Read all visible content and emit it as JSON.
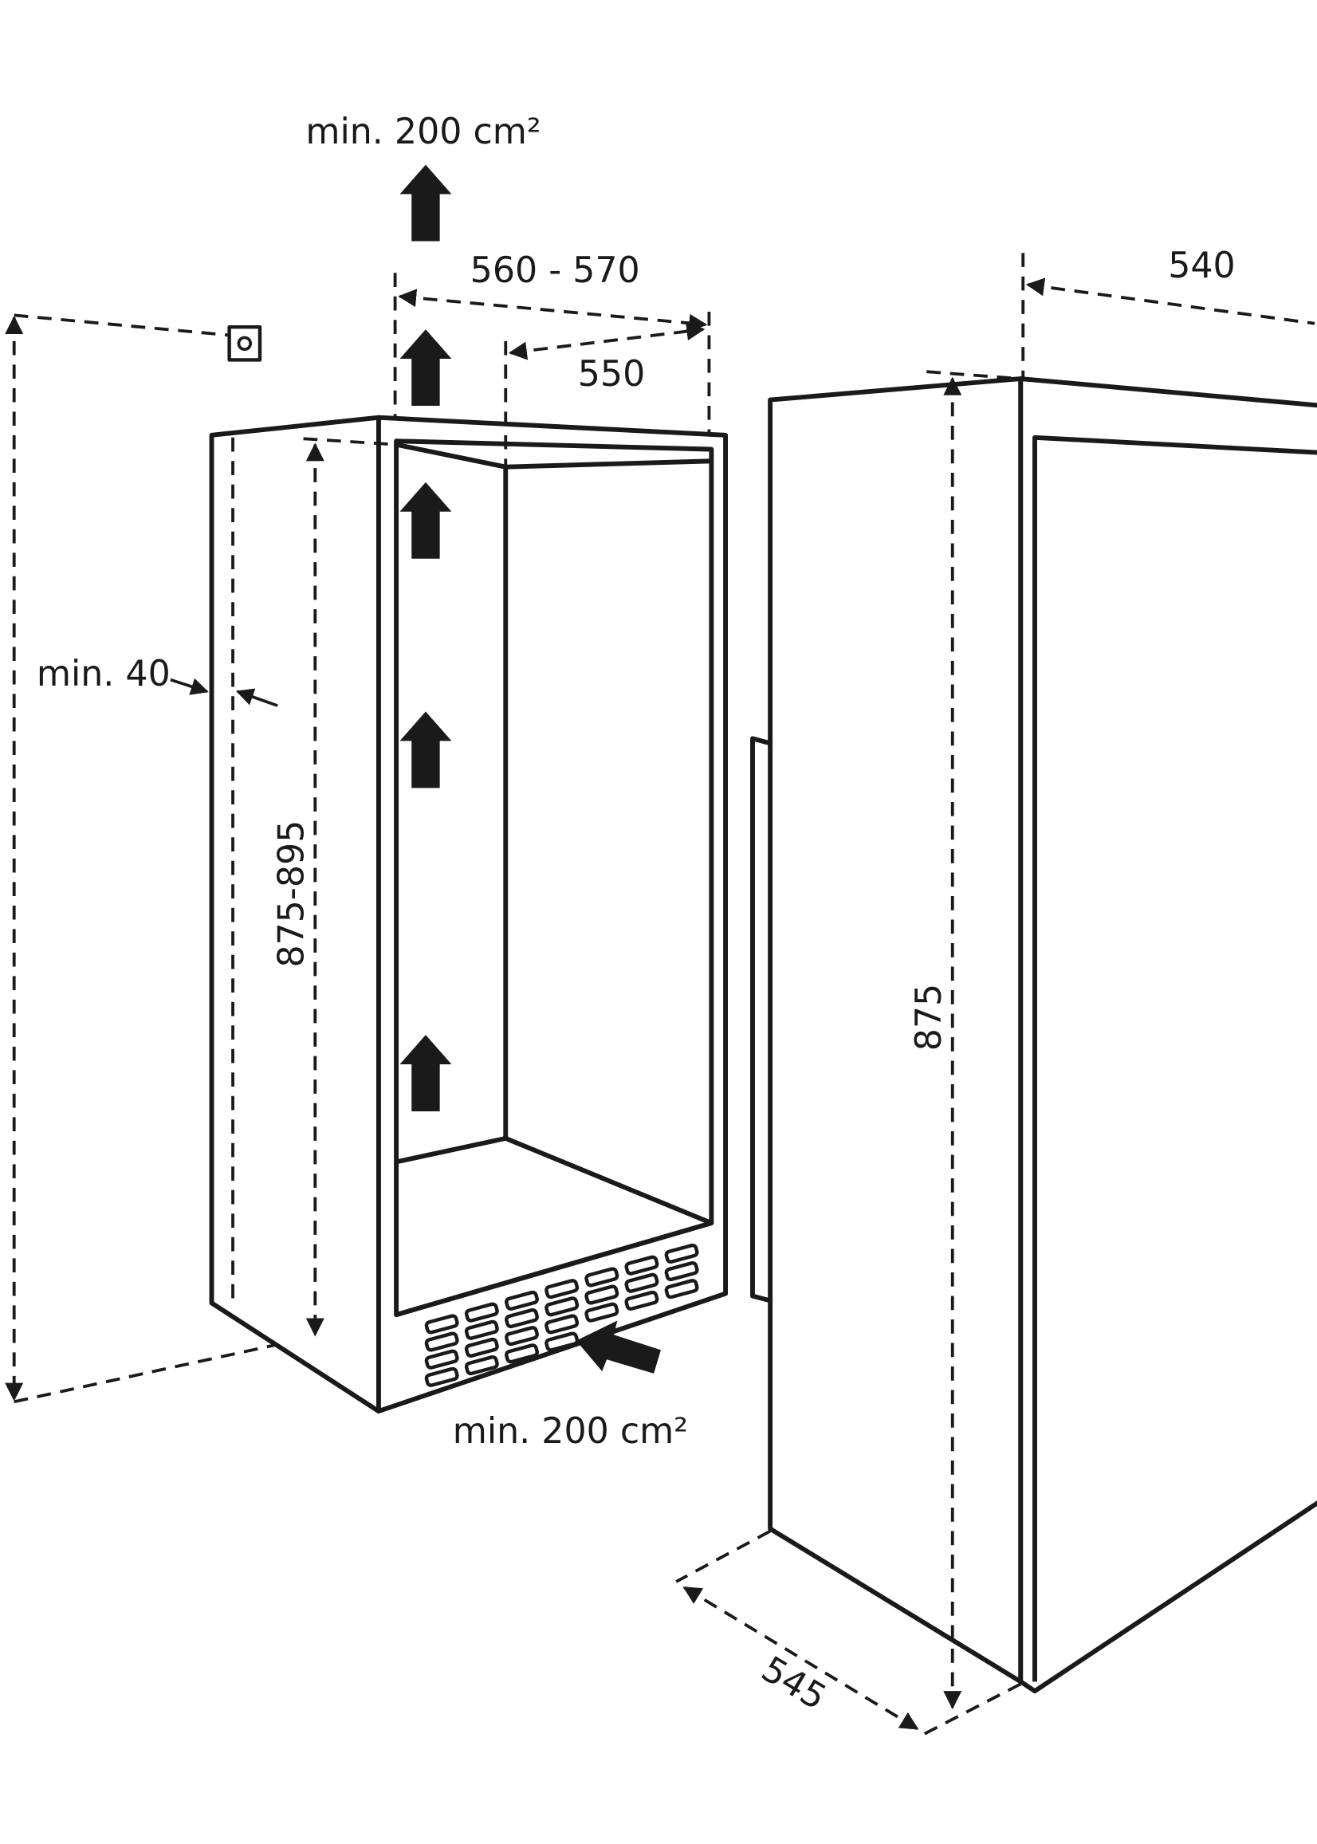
{
  "diagram": {
    "labels": {
      "top_vent": "min. 200 cm²",
      "niche_width": "560 - 570",
      "niche_inner_width": "550",
      "side_gap": "min. 40",
      "niche_height": "875-895",
      "bottom_vent": "min. 200 cm²",
      "appliance_width": "540",
      "appliance_height": "875",
      "appliance_depth": "545"
    }
  }
}
